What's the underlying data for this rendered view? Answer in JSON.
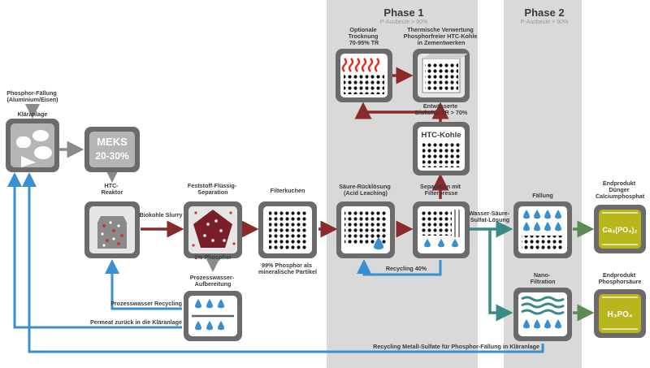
{
  "phases": [
    {
      "title": "Phase 1",
      "subtitle": "P-Ausbeute > 90%"
    },
    {
      "title": "Phase 2",
      "subtitle": "P-Ausbeute > 90%"
    }
  ],
  "labels": {
    "phosphor_faellung": [
      "Phosphor-Fällung",
      "(Aluminium/Eisen)"
    ],
    "klaeranlage": "Kläranlage",
    "meks_1": "MEKS",
    "meks_2": "20-30%",
    "htc_reaktor": [
      "HTC-",
      "Reaktor"
    ],
    "biokohle_slurry": "Biokohle Slurry",
    "fest_fluessig": [
      "Feststoff-Flüssig-",
      "Separation"
    ],
    "filterkuchen": "Filterkuchen",
    "saeure_rueckloesung": [
      "Säure-Rücklösung",
      "(Acid Leaching)"
    ],
    "separation_filterpresse": [
      "Separation mit",
      "Filterpresse"
    ],
    "optionale_trocknung": [
      "Optionale",
      "Trocknung",
      "70-95% TR"
    ],
    "thermische_verwertung": [
      "Thermische Verwertung",
      "Phosphorfreier HTC-Kohle",
      "in Zementwerken"
    ],
    "entwaesserte": [
      "Entwässerte",
      "Biokohle TR > 70%"
    ],
    "htc_kohle": "HTC-Kohle",
    "phosphor_pct": "1% Phosphor",
    "prozesswasser_aufbereitung": [
      "Prozesswasser-",
      "Aufbereitung"
    ],
    "phosphor_99": [
      "99% Phosphor als",
      "mineralische Partikel"
    ],
    "recycling_40": "Recycling 40%",
    "wasser_saeure": [
      "Wasser-Säure-",
      "Sulfat-Lösung"
    ],
    "faellung": "Fällung",
    "nano_filtration": [
      "Nano-",
      "Filtration"
    ],
    "endprodukt_duenger": [
      "Endprodukt",
      "Dünger",
      "Calciumphosphat"
    ],
    "endprodukt_saeure": [
      "Endprodukt",
      "Phosphorsäure"
    ],
    "prozesswasser_recycling": "Prozesswasser Recycling",
    "permeat": "Permeat zurück in die Kläranlage",
    "recycling_metall": "Recycling Metall-Sulfate für Phosphor-Fällung in Kläranlage",
    "ca3po4": "Ca₃(PO₄)₂",
    "h3po4": "H₃PO₄"
  },
  "colors": {
    "phase_band": "#d9d9d9",
    "box_frame": "#6b6b6b",
    "arrow_gray": "#8a8a8a",
    "arrow_red": "#8b2a2a",
    "arrow_blue": "#3a8fd0",
    "arrow_teal": "#3a8a85",
    "arrow_green": "#5e8a55",
    "product": "#b8b61c",
    "water": "#3a8fd0"
  }
}
